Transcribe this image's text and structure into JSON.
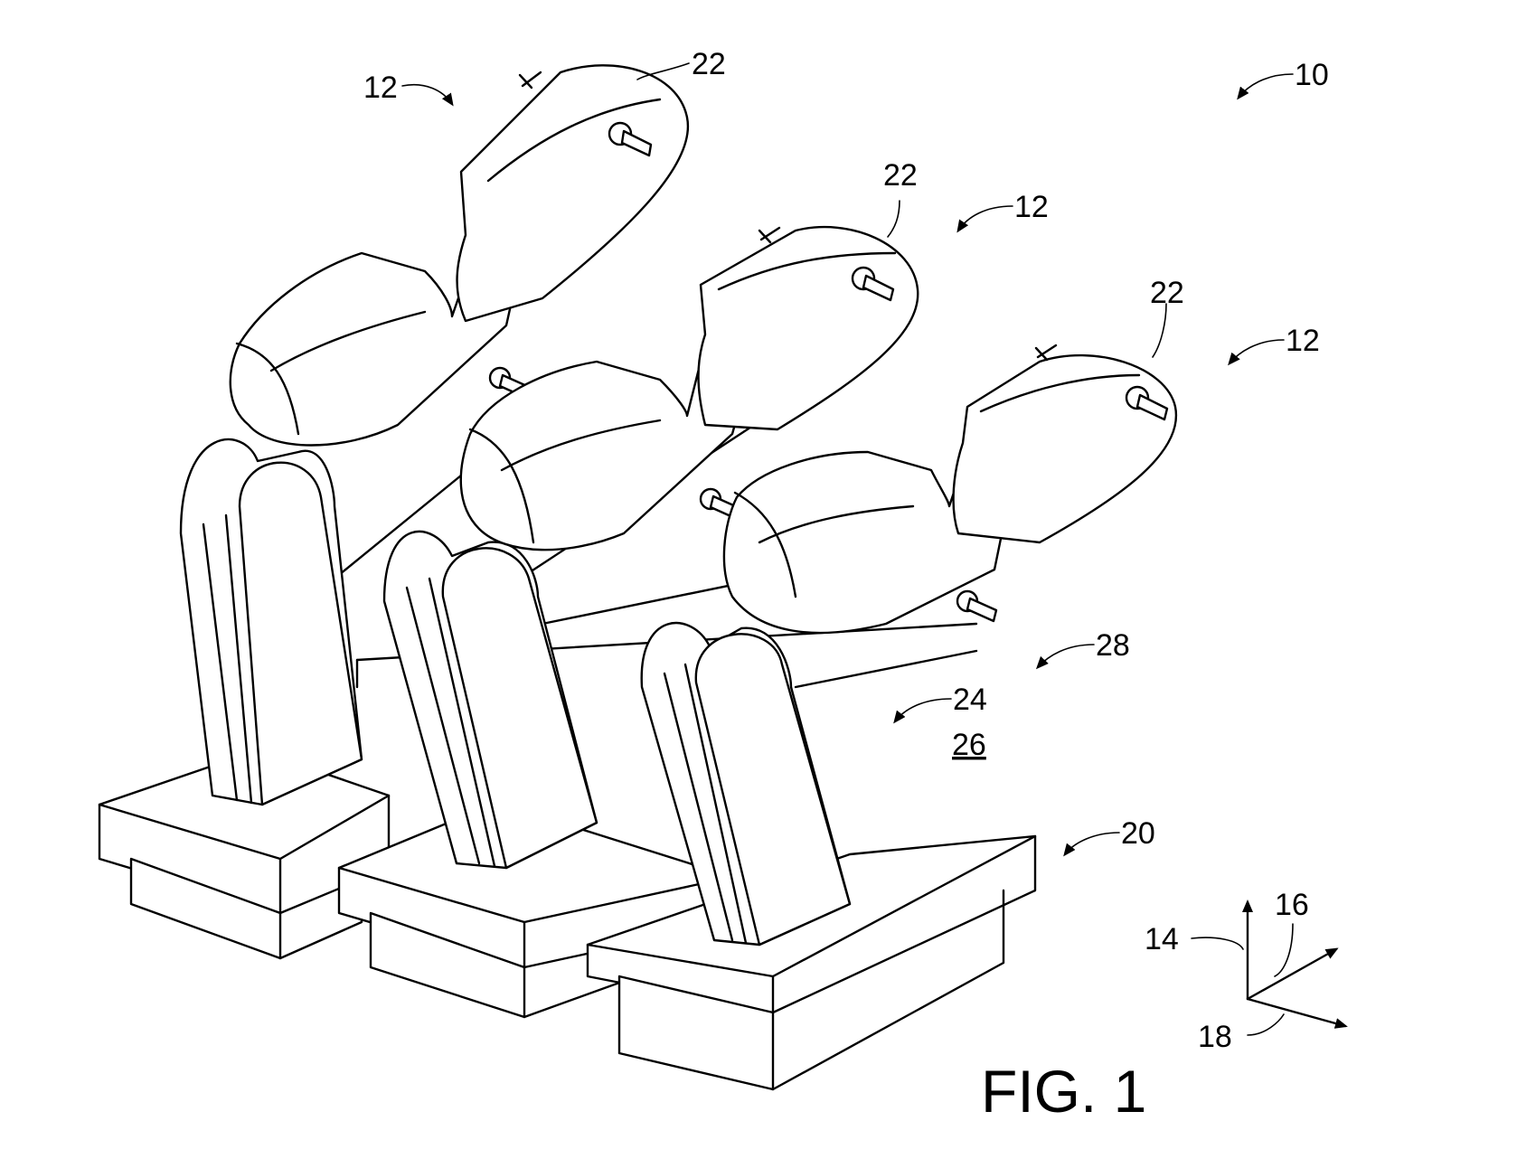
{
  "figure": {
    "caption": "FIG. 1",
    "refs": {
      "system": "10",
      "robot_1": "12",
      "robot_2": "12",
      "robot_3": "12",
      "end_1": "22",
      "end_2": "22",
      "end_3": "22",
      "floor": "28",
      "support": "24",
      "support_id": "26",
      "base": "20",
      "axis_vertical": "14",
      "axis_depth": "16",
      "axis_horizontal": "18"
    }
  }
}
